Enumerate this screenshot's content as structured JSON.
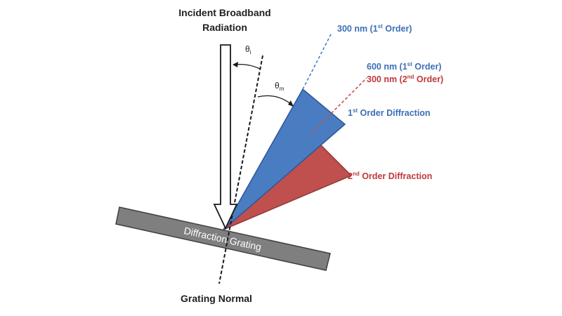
{
  "colors": {
    "blue": "#4a7cc2",
    "blue_dark": "#2f5597",
    "red": "#c0504d",
    "red_dark": "#8e3a38",
    "grating": "#7f7f7f",
    "blue_text": "#3b6fb6",
    "red_text": "#c0393b"
  },
  "labels": {
    "incident_line1": "Incident Broadband",
    "incident_line2": "Radiation",
    "theta_i_base": "θ",
    "theta_i_sub": "i",
    "theta_m_base": "θ",
    "theta_m_sub": "m",
    "nm300_first_a": "300 nm (1",
    "nm300_first_sup": "st",
    "nm300_first_b": " Order)",
    "nm600_first_a": "600 nm (1",
    "nm600_first_sup": "st",
    "nm600_first_b": " Order)",
    "nm300_second_a": "300 nm (2",
    "nm300_second_sup": "nd",
    "nm300_second_b": " Order)",
    "first_order_num": "1",
    "first_order_sup": "st",
    "first_order_rest": " Order Diffraction",
    "second_order_num": "2",
    "second_order_sup": "nd",
    "second_order_rest": " Order Diffraction",
    "grating": "Diffraction Grating",
    "grating_normal": "Grating Normal"
  }
}
